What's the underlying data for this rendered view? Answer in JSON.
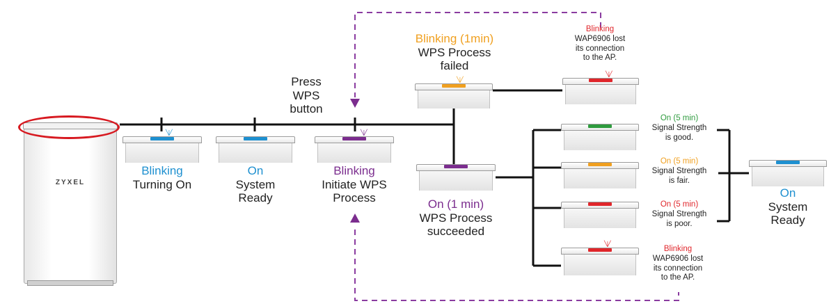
{
  "colors": {
    "blue": "#1e90d0",
    "orange": "#f0a020",
    "purple": "#7b2d8e",
    "green": "#2e9b3e",
    "red": "#e0262b",
    "line": "#111111",
    "dashed": "#8a3ba0"
  },
  "device": {
    "logo": "ZYXEL"
  },
  "steps": {
    "turning_on": {
      "status": "Blinking",
      "desc_1": "Turning On"
    },
    "system_ready": {
      "status": "On",
      "desc_1": "System",
      "desc_2": "Ready"
    },
    "press_wps": {
      "line_1": "Press",
      "line_2": "WPS",
      "line_3": "button"
    },
    "initiate": {
      "status": "Blinking",
      "desc_1": "Initiate WPS",
      "desc_2": "Process"
    },
    "failed": {
      "status": "Blinking (1min)",
      "desc_1": "WPS Process",
      "desc_2": "failed"
    },
    "lost_top": {
      "status": "Blinking",
      "desc_1": "WAP6906 lost",
      "desc_2": "its connection",
      "desc_3": "to the AP."
    },
    "succeeded": {
      "status": "On (1 min)",
      "desc_1": "WPS Process",
      "desc_2": "succeeded"
    },
    "good": {
      "status": "On (5 min)",
      "desc_1": "Signal Strength",
      "desc_2": "is good."
    },
    "fair": {
      "status": "On (5 min)",
      "desc_1": "Signal Strength",
      "desc_2": "is fair."
    },
    "poor": {
      "status": "On (5 min)",
      "desc_1": "Signal Strength",
      "desc_2": "is poor."
    },
    "lost_bottom": {
      "status": "Blinking",
      "desc_1": "WAP6906 lost",
      "desc_2": "its connection",
      "desc_3": "to the AP."
    },
    "final_ready": {
      "status": "On",
      "desc_1": "System",
      "desc_2": "Ready"
    }
  }
}
